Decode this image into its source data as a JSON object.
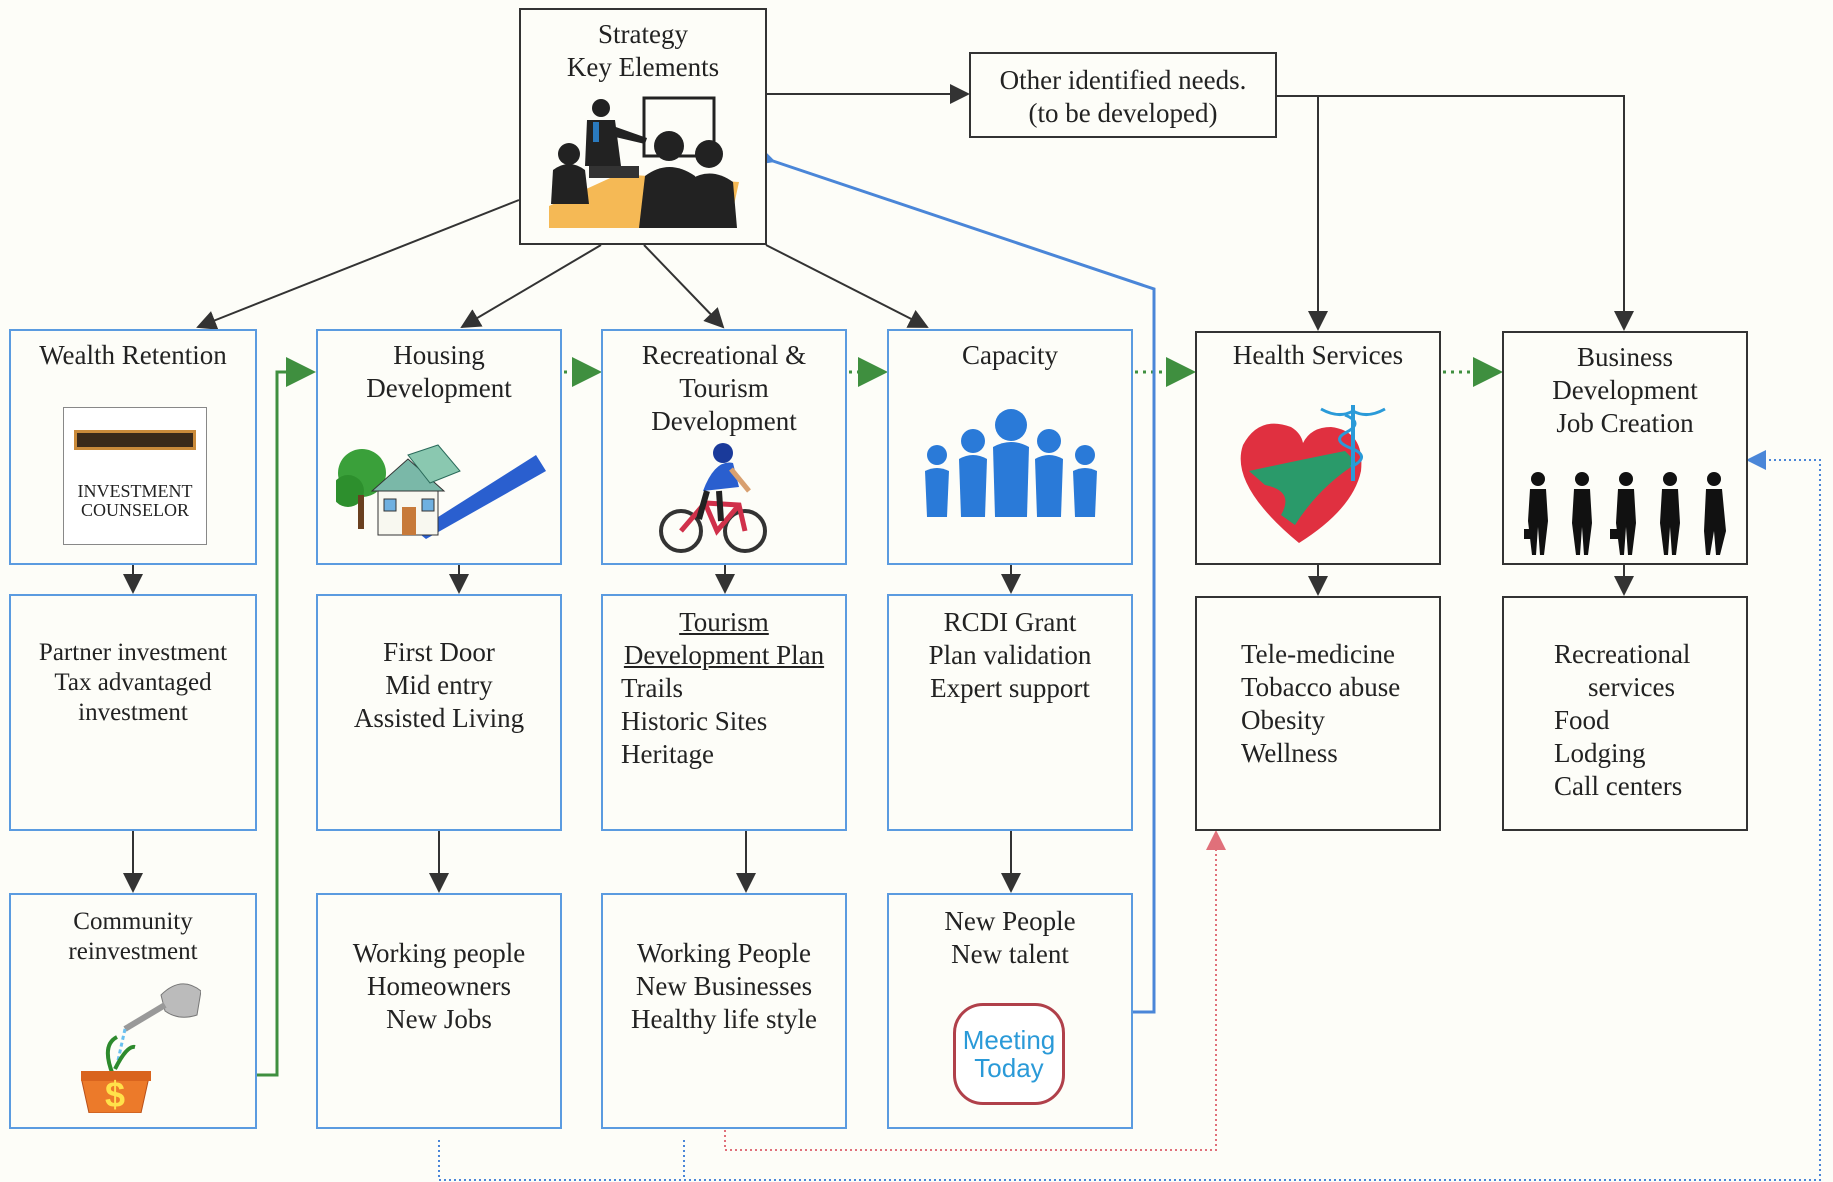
{
  "strategy": {
    "lines": [
      "Strategy",
      "Key Elements"
    ]
  },
  "other_needs": {
    "lines": [
      "Other identified needs.",
      "(to be developed)"
    ]
  },
  "columns": [
    {
      "title": [
        "Wealth Retention"
      ],
      "sign": [
        "INVESTMENT",
        "COUNSELOR"
      ],
      "mid": [
        "Partner investment",
        "Tax advantaged",
        "investment"
      ],
      "bottom": [
        "Community",
        "reinvestment"
      ]
    },
    {
      "title": [
        "Housing",
        "Development"
      ],
      "mid": [
        "First Door",
        "Mid entry",
        "Assisted Living"
      ],
      "bottom": [
        "Working people",
        "Homeowners",
        "New Jobs"
      ]
    },
    {
      "title": [
        "Recreational &",
        "Tourism",
        "Development"
      ],
      "mid_underlined": [
        "Tourism",
        "Development Plan"
      ],
      "mid": [
        "Trails",
        "Historic Sites",
        "Heritage"
      ],
      "bottom": [
        "Working People",
        "New Businesses",
        "Healthy life style"
      ]
    },
    {
      "title": [
        "Capacity"
      ],
      "mid": [
        "RCDI Grant",
        "Plan validation",
        "Expert support"
      ],
      "bottom": [
        "New People",
        "New talent"
      ],
      "badge": [
        "Meeting",
        "Today"
      ]
    },
    {
      "title": [
        "Health Services"
      ],
      "mid": [
        "Tele-medicine",
        "Tobacco abuse",
        "Obesity",
        "Wellness"
      ]
    },
    {
      "title": [
        "Business",
        "Development",
        "Job Creation"
      ],
      "mid": [
        "Recreational",
        "services",
        "Food",
        "Lodging",
        "Call centers"
      ]
    }
  ],
  "colors": {
    "blue_border": "#5b9be0",
    "black_border": "#333333",
    "green_flow": "#3f8f3f",
    "blue_feedback": "#4a86d8",
    "red_feedback": "#e0707a"
  },
  "icons": [
    "presentation-clipart",
    "investment-counselor-sign",
    "watering-can-money-pot",
    "house-clipart",
    "cyclist-clipart",
    "people-group-icon",
    "meeting-today-badge",
    "heart-caduceus-icon",
    "business-people-silhouettes"
  ]
}
